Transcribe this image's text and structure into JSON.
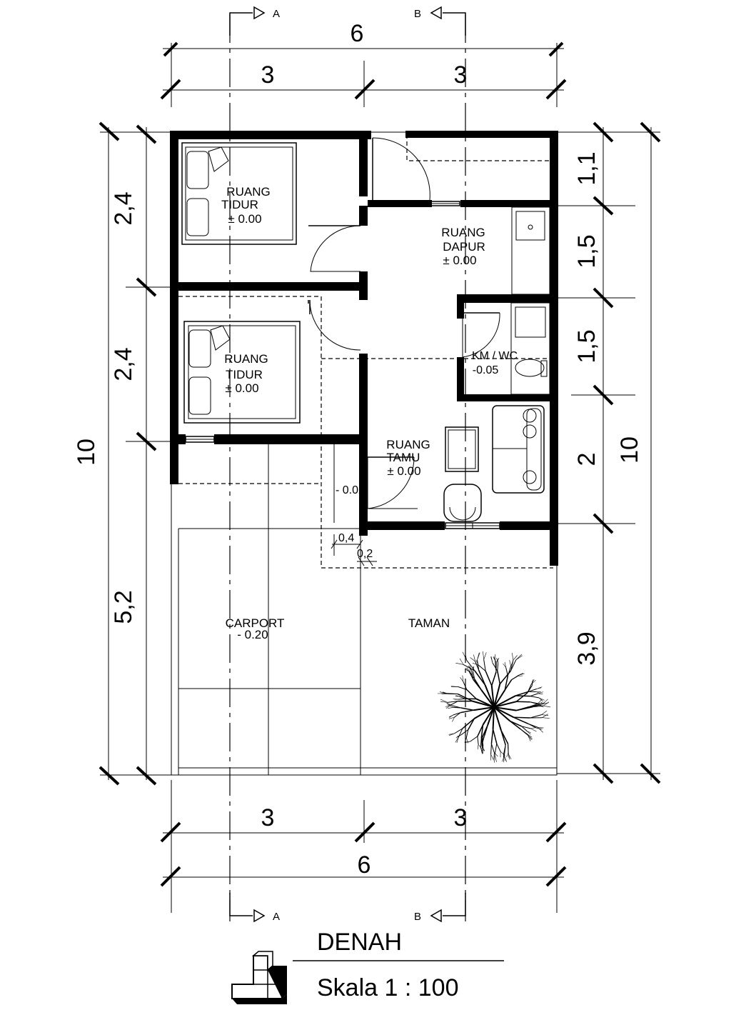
{
  "dimensions": {
    "top_total": "6",
    "top_left": "3",
    "top_right": "3",
    "bottom_left": "3",
    "bottom_right": "3",
    "bottom_total": "6",
    "left_total": "10",
    "left_seg1": "2,4",
    "left_seg2": "2,4",
    "left_seg3": "5,2",
    "right_total": "10",
    "right_seg1": "1,1",
    "right_seg2": "1,5",
    "right_seg3": "1,5",
    "right_seg4": "2",
    "right_seg5": "3,9",
    "small_a": "0,4",
    "small_b": "0,2"
  },
  "sections": {
    "a_label": "A",
    "b_label": "B"
  },
  "rooms": {
    "bedroom1": {
      "line1": "RUANG",
      "line2": "TIDUR",
      "level": "± 0.00"
    },
    "bedroom2": {
      "line1": "RUANG",
      "line2": "TIDUR",
      "level": "± 0.00"
    },
    "kitchen": {
      "line1": "RUANG",
      "line2": "DAPUR",
      "level": "± 0.00"
    },
    "bathroom": {
      "line1": "KM / WC",
      "level": "-0.05"
    },
    "living": {
      "line1": "RUANG",
      "line2": "TAMU",
      "level": "± 0.00"
    },
    "terrace_level": "- 0.02",
    "carport": {
      "line1": "CARPORT",
      "level": "- 0.20"
    },
    "garden": {
      "line1": "TAMAN"
    }
  },
  "title_block": {
    "title": "DENAH",
    "scale": "Skala 1 : 100"
  }
}
